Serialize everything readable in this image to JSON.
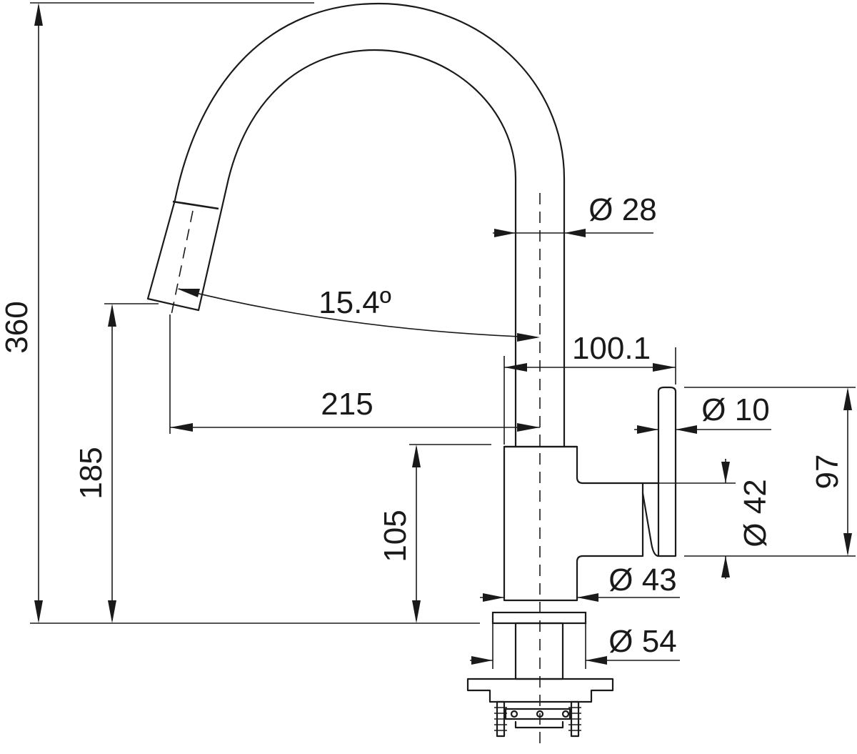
{
  "dimensions": {
    "height_total": "360",
    "spout_height": "185",
    "body_height": "105",
    "reach": "215",
    "angle": "15.4º",
    "handle_offset": "100.1",
    "handle_height": "97",
    "spout_diameter": "Ø 28",
    "lever_diameter": "Ø 10",
    "handle_diameter": "Ø 42",
    "body_diameter": "Ø 43",
    "base_diameter": "Ø 54"
  },
  "colors": {
    "line": "#1a1a1a",
    "background": "#ffffff"
  }
}
